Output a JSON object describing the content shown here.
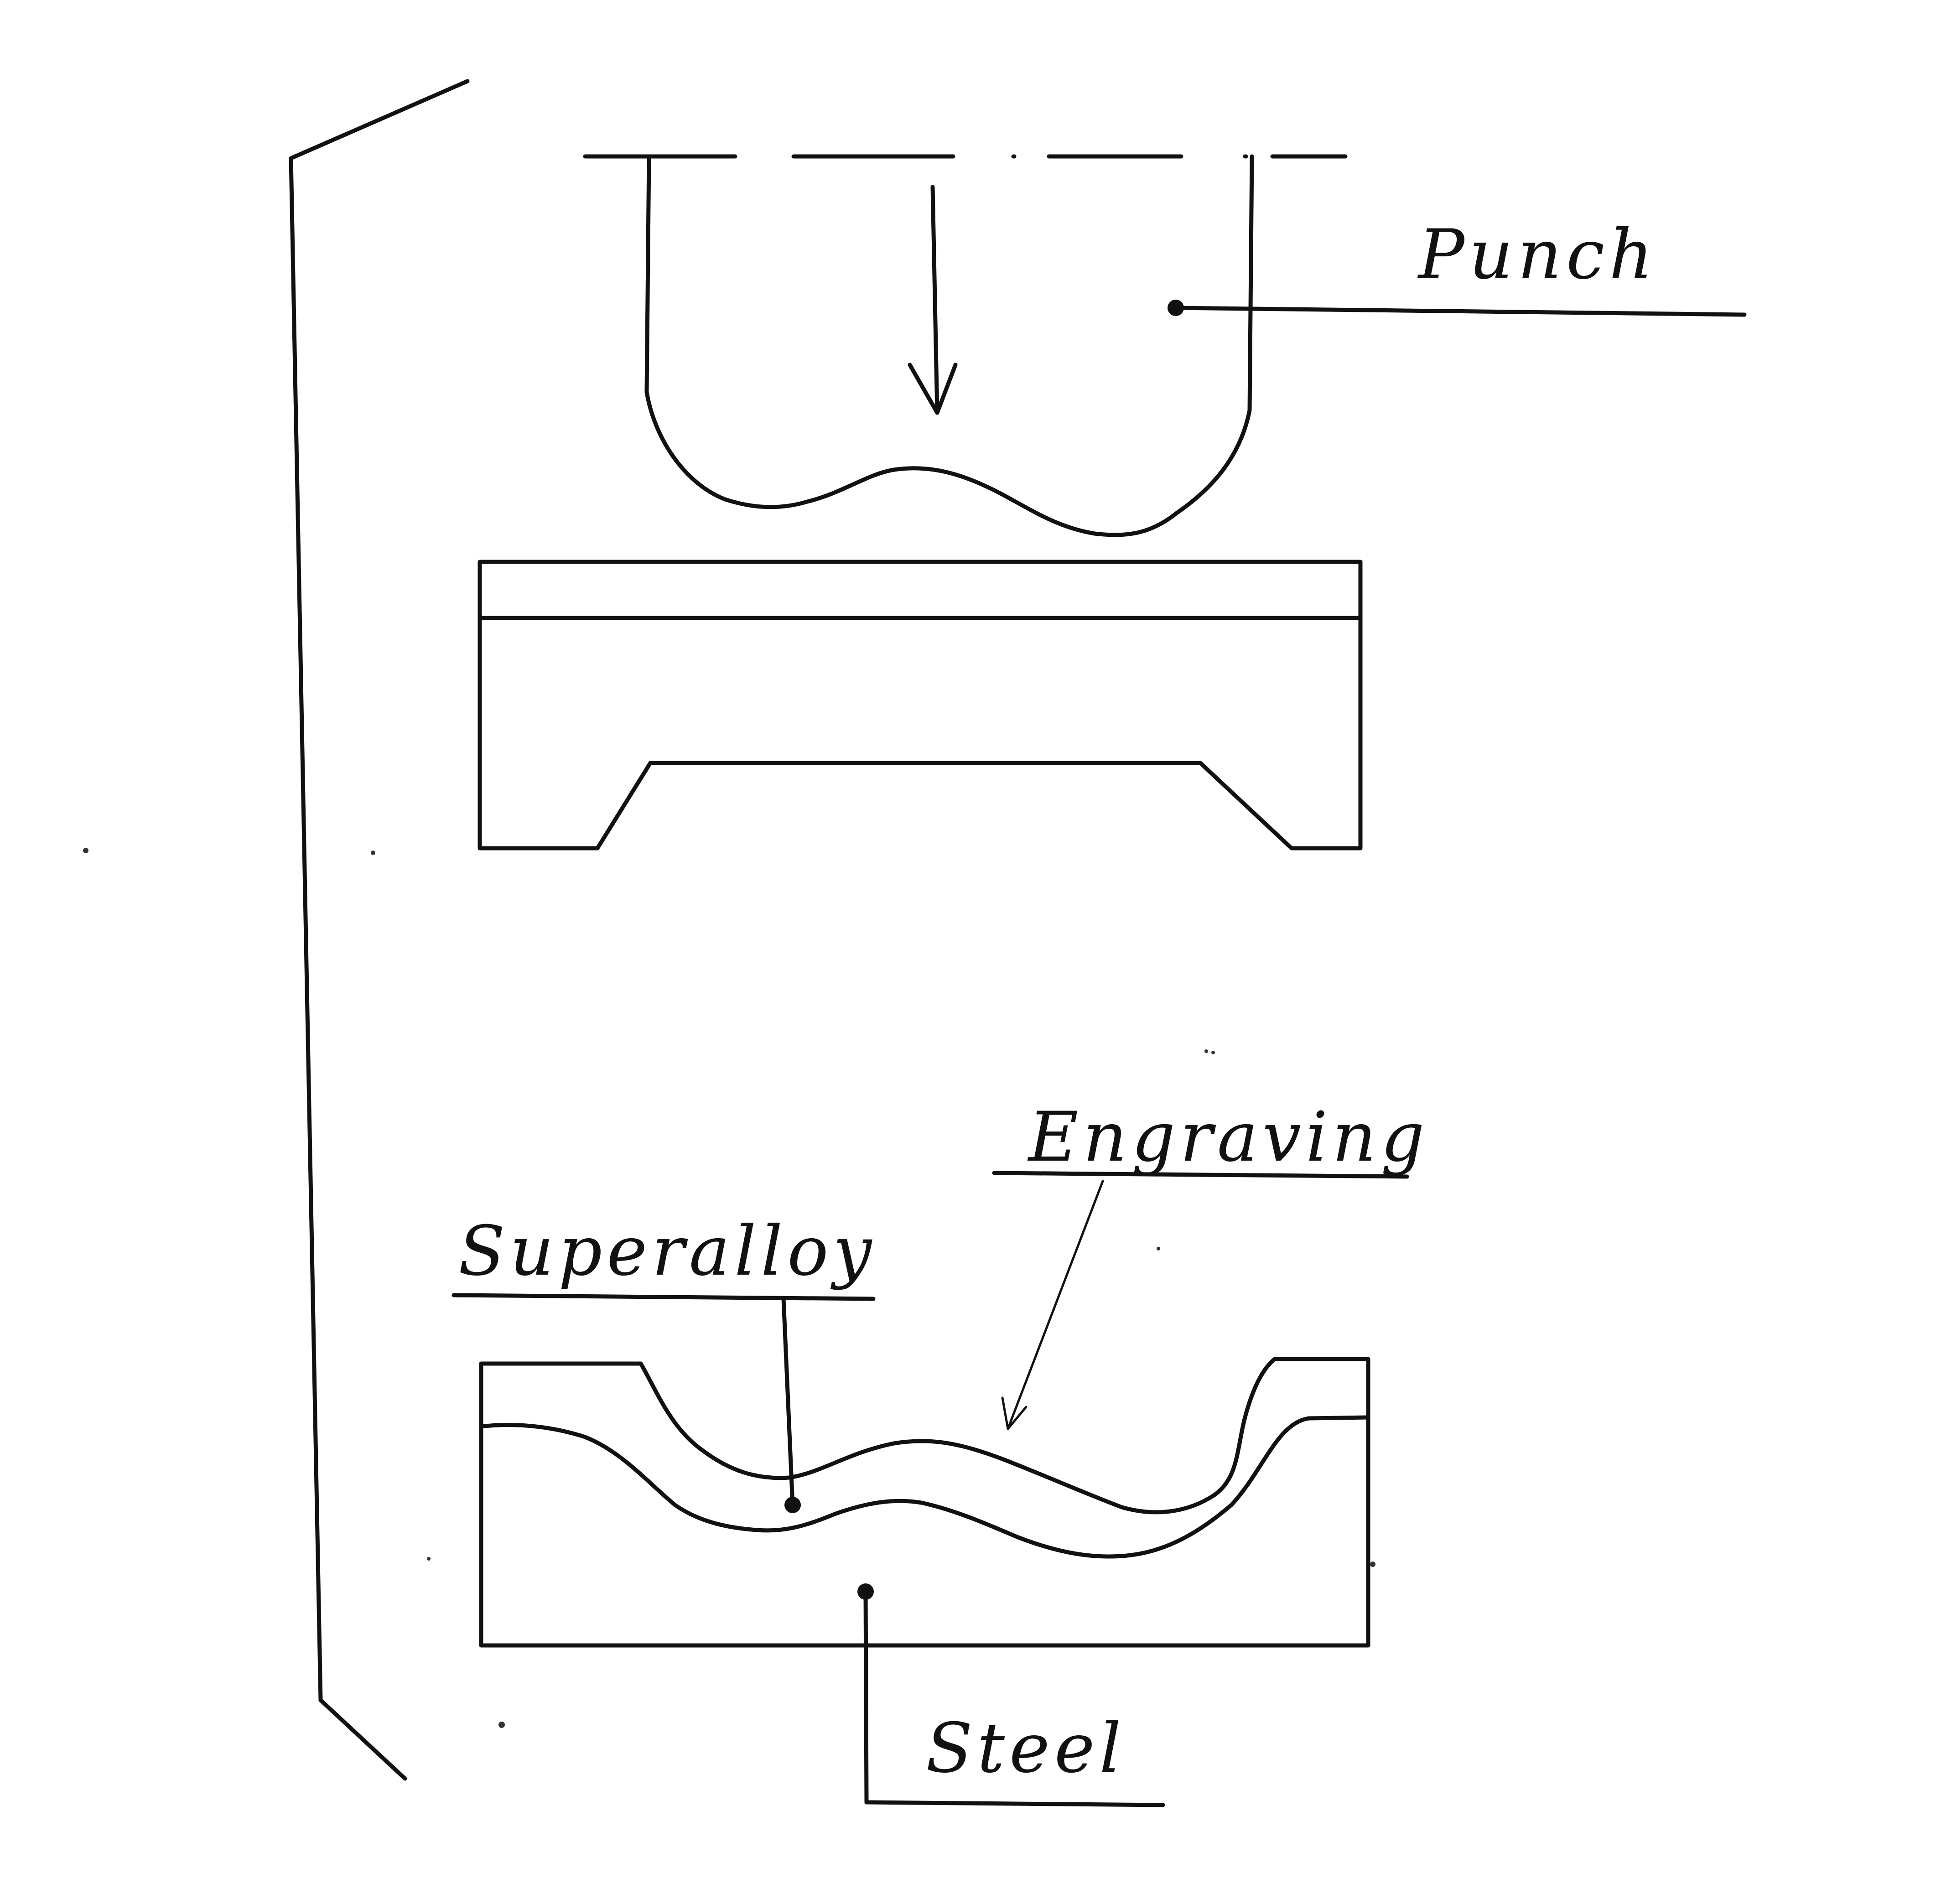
{
  "diagram": {
    "labels": {
      "punch": "Punch",
      "engraving": "Engraving",
      "superalloy": "Superalloy",
      "steel": "Steel"
    },
    "colors": {
      "ink": "#111111",
      "paper": "#ffffff"
    }
  }
}
